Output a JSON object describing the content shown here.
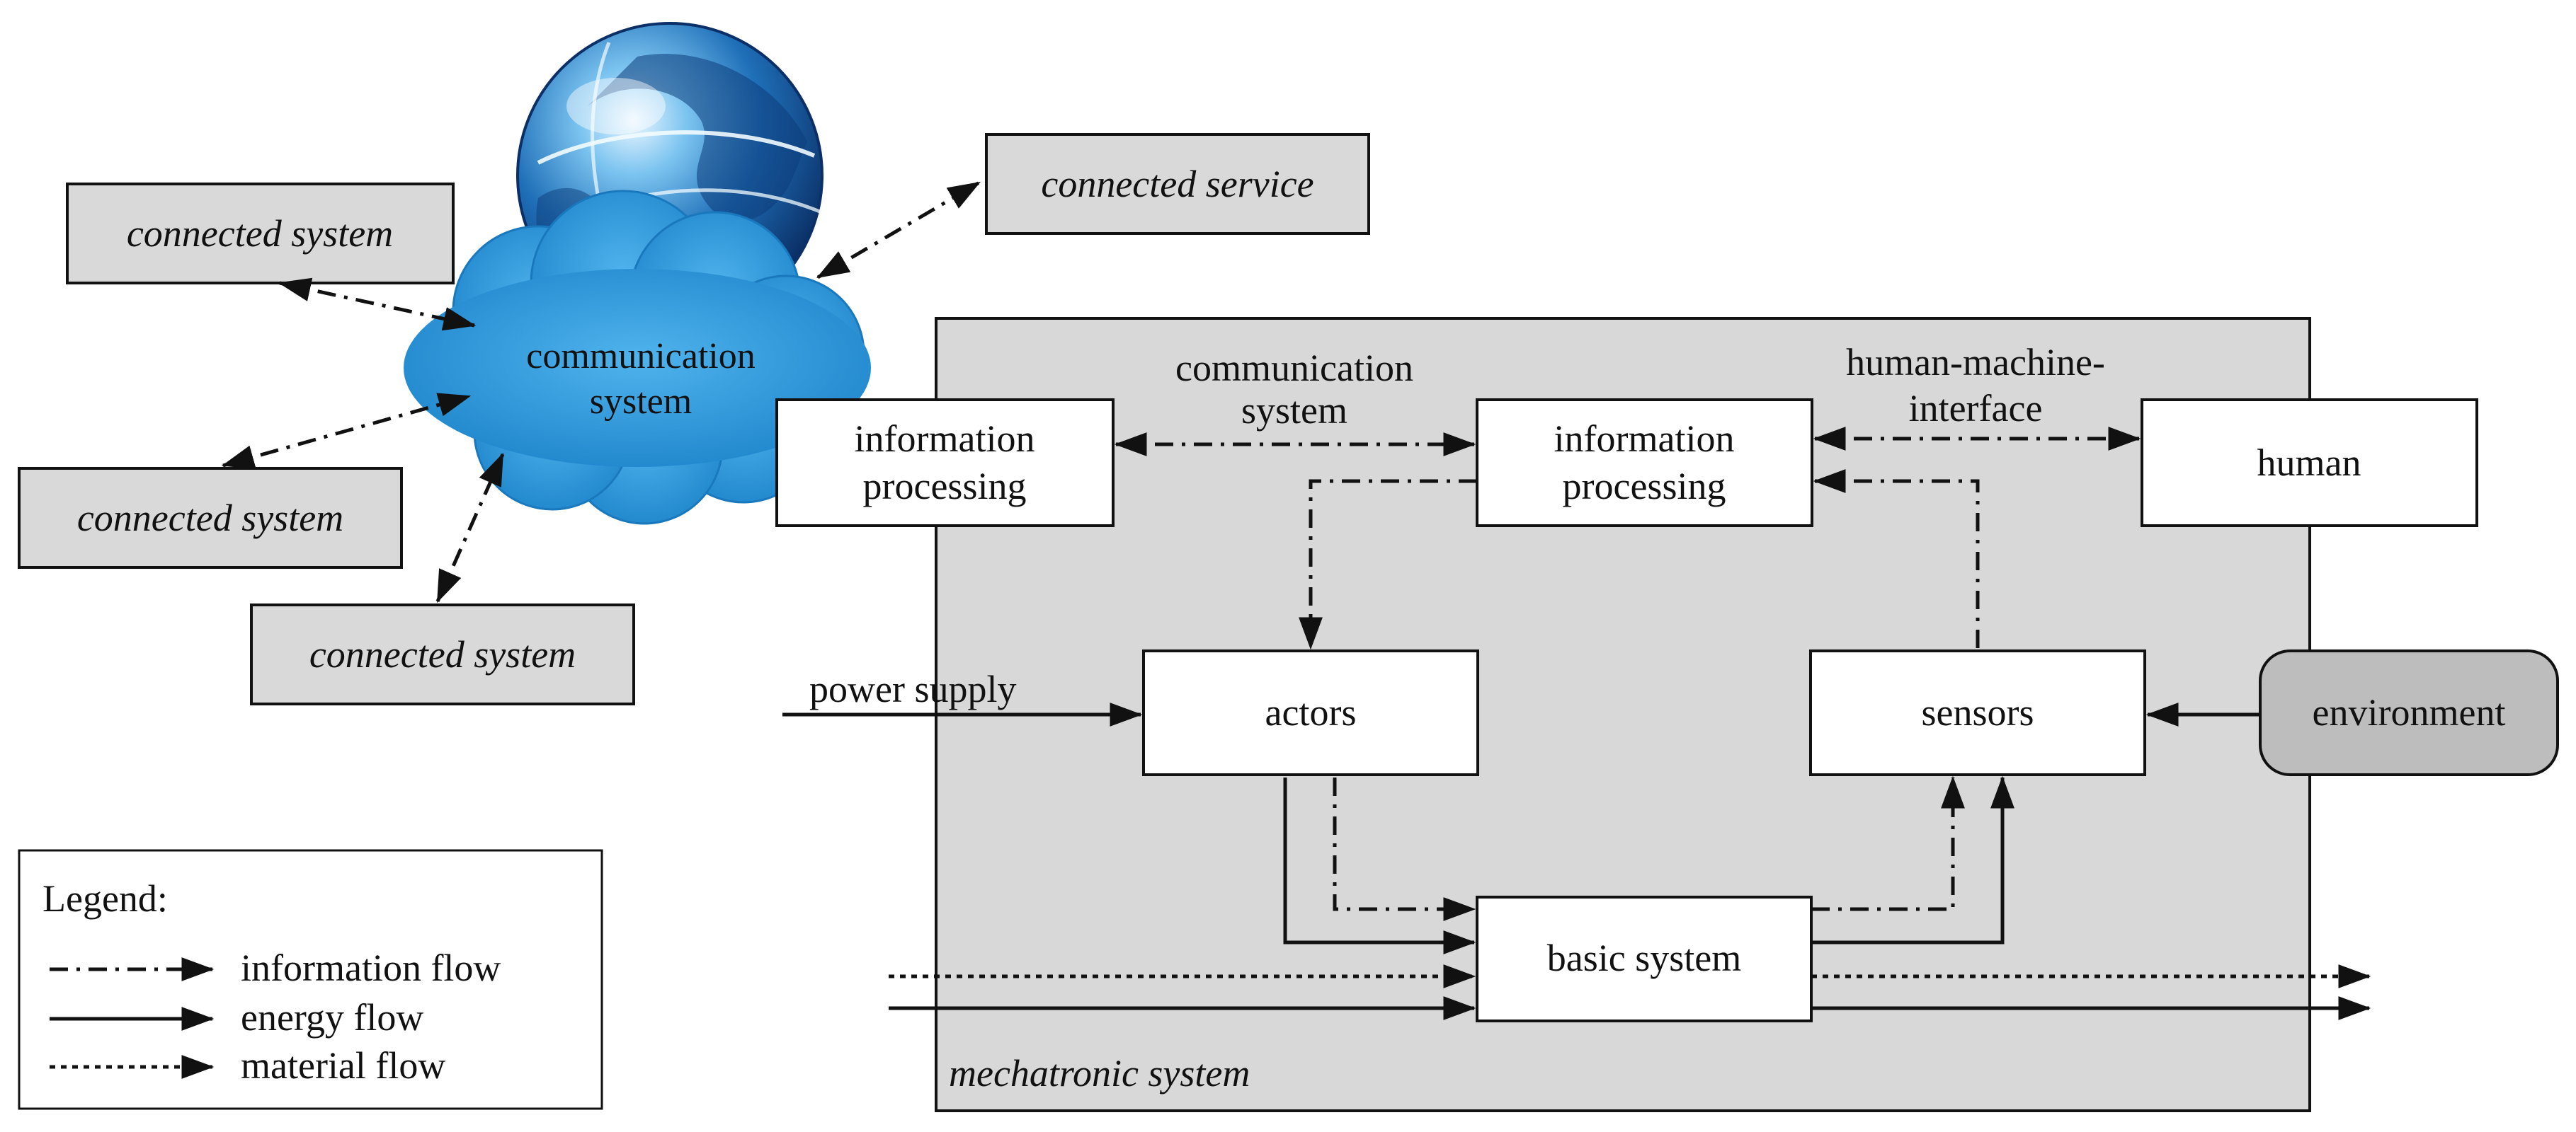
{
  "nodes": {
    "communication_cloud": {
      "line1": "communication",
      "line2": "system"
    },
    "connected_system_top": {
      "label": "connected system"
    },
    "connected_system_mid": {
      "label": "connected system"
    },
    "connected_system_bottom": {
      "label": "connected system"
    },
    "connected_service": {
      "label": "connected service"
    },
    "info_processing_left": {
      "line1": "information",
      "line2": "processing"
    },
    "info_processing_center": {
      "line1": "information",
      "line2": "processing"
    },
    "human": {
      "label": "human"
    },
    "actors": {
      "label": "actors"
    },
    "sensors": {
      "label": "sensors"
    },
    "environment": {
      "label": "environment"
    },
    "basic_system": {
      "label": "basic system"
    },
    "mechatronic_system": {
      "label": "mechatronic system"
    }
  },
  "edge_labels": {
    "communication_system": {
      "line1": "communication",
      "line2": "system"
    },
    "human_machine_interface": {
      "line1": "human-machine-",
      "line2": "interface"
    },
    "power_supply": "power supply"
  },
  "legend": {
    "title": "Legend:",
    "items": [
      {
        "style": "dash-dot",
        "label": "information flow"
      },
      {
        "style": "solid",
        "label": "energy flow"
      },
      {
        "style": "dotted",
        "label": "material flow"
      }
    ]
  },
  "colors": {
    "box_gray": "#d9d9d9",
    "mechatronic_fill": "#d8d8d8",
    "environment_fill": "#bdbdbd",
    "cloud_blue": "#2e9ad8",
    "line": "#111111"
  },
  "icons": {
    "globe": "globe-icon",
    "cloud": "cloud-icon"
  }
}
